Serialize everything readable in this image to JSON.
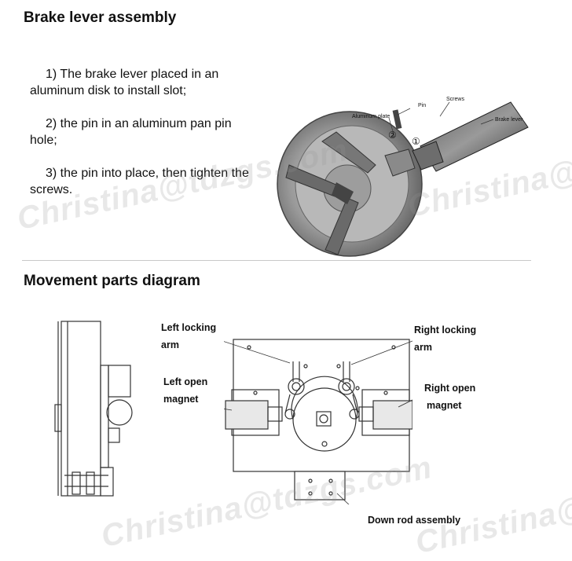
{
  "section1": {
    "title": "Brake lever assembly",
    "steps": [
      {
        "line1": "1) The brake lever placed in an",
        "line2": "aluminum disk to install slot;"
      },
      {
        "line1": "2) the pin in an aluminum pan pin",
        "line2": "hole;"
      },
      {
        "line1": "3) the pin into place, then tighten the",
        "line2": "screws."
      }
    ],
    "photo_labels": {
      "aluminum_plate": "Aluminum plate",
      "pin": "Pin",
      "screws": "Screws",
      "brake_lever": "Brake lever",
      "mark1": "①",
      "mark2": "②"
    }
  },
  "section2": {
    "title": "Movement parts diagram",
    "labels": {
      "left_locking_1": "Left locking",
      "left_locking_2": "arm",
      "right_locking_1": "Right locking",
      "right_locking_2": "arm",
      "left_open_1": "Left open",
      "left_open_2": "magnet",
      "right_open_1": "Right open",
      "right_open_2": "magnet",
      "down_rod": "Down rod assembly"
    }
  },
  "watermarks": {
    "top_left": "Christina@tdzgs.com",
    "top_right": "Christina@tdz",
    "bottom_left": "Christina@tdzgs.com",
    "bottom_right": "Christina@tdz"
  }
}
